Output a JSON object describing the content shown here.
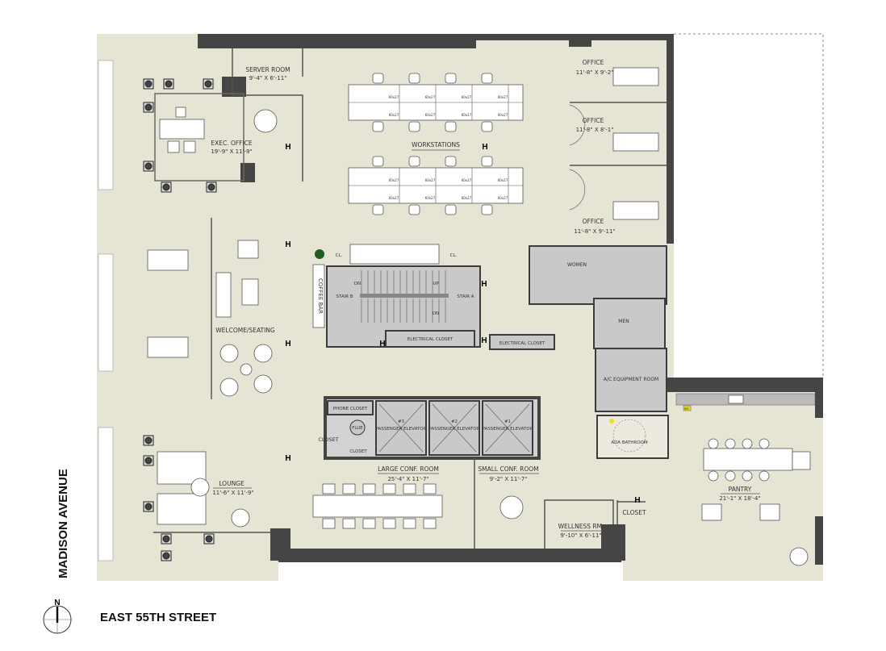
{
  "plan": {
    "streets": {
      "west": "MADISON AVENUE",
      "south": "EAST 55TH   STREET"
    },
    "north_arrow": "N",
    "colors": {
      "floor": "#e6e4d5",
      "walls": "#454545",
      "core": "#c9c9c9",
      "furniture": "#ffffff",
      "plant": "#1f5e1f"
    },
    "rooms": {
      "server_room": {
        "name": "SERVER ROOM",
        "size": "9'-4\" X 6'-11\""
      },
      "exec_office": {
        "name": "EXEC. OFFICE",
        "size": "19'-9\" X 11'-9\""
      },
      "workstations": {
        "name": "WORKSTATIONS",
        "desk_size": "60x27"
      },
      "office_1": {
        "name": "OFFICE",
        "size": "11'-8\" X 9'-2\""
      },
      "office_2": {
        "name": "OFFICE",
        "size": "11'-8\" X 8'-1\""
      },
      "office_3": {
        "name": "OFFICE",
        "size": "11'-8\" X 9'-11\""
      },
      "welcome": {
        "name": "WELCOME/SEATING"
      },
      "coffee_bar": {
        "name": "COFFEE BAR"
      },
      "closet_cl_1": {
        "name": "CL."
      },
      "closet_cl_2": {
        "name": "CL."
      },
      "stair_a": {
        "name": "STAIR A"
      },
      "stair_b": {
        "name": "STAIR B"
      },
      "stair_up": "UP",
      "stair_dn": "DN",
      "electrical_1": {
        "name": "ELECTRICAL CLOSET"
      },
      "electrical_2": {
        "name": "ELECTRICAL CLOSET"
      },
      "women": {
        "name": "WOMEN"
      },
      "men": {
        "name": "MEN"
      },
      "ac_room": {
        "name": "A/C EQUIPMENT ROOM"
      },
      "ada_bathroom": {
        "name": "ADA BATHROOM"
      },
      "phone_closet": {
        "name": "PHONE CLOSET"
      },
      "flue": {
        "name": "FLUE"
      },
      "closet_a": {
        "name": "CLOSET"
      },
      "closet_b": {
        "name": "CLOSET"
      },
      "closet_c": {
        "name": "CLOSET"
      },
      "elevator_3": {
        "num": "#3",
        "name": "PASSENGER ELEVATOR"
      },
      "elevator_2": {
        "num": "#2",
        "name": "PASSENGER ELEVATOR"
      },
      "elevator_1": {
        "num": "#1",
        "name": "PASSENGER ELEVATOR"
      },
      "large_conf": {
        "name": "LARGE CONF. ROOM",
        "size": "25'-4\" X 11'-7\""
      },
      "small_conf": {
        "name": "SMALL CONF. ROOM",
        "size": "9'-2\" X 11'-7\""
      },
      "wellness": {
        "name": "WELLNESS RM.",
        "size": "9'-10\" X 6'-11\""
      },
      "lounge": {
        "name": "LOUNGE",
        "size": "11'-6\" X 11'-9\""
      },
      "pantry": {
        "name": "PANTRY",
        "size": "21'-1\" X 18'-4\""
      },
      "refrigerator": {
        "name": "REF"
      }
    },
    "hydrant_mark": "H"
  }
}
